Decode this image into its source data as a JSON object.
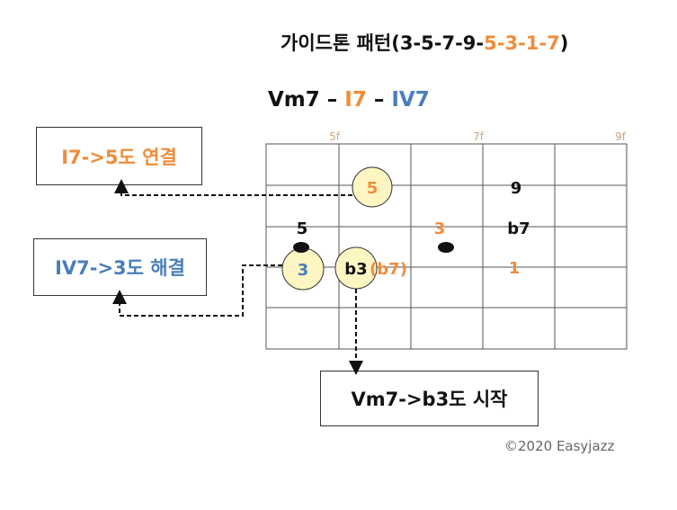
{
  "title": {
    "main": "가이드톤 패턴(3-5-7-9-",
    "highlight": "5-3-1-7",
    "close": ")"
  },
  "progression": {
    "chord1": "Vm7",
    "dash1": " – ",
    "chord2": "I7",
    "dash2": " – ",
    "chord3": "IV7"
  },
  "fret_markers": [
    "5f",
    "7f",
    "9f"
  ],
  "boxes": {
    "i7": "I7->5도 연결",
    "iv7": "IV7->3도 해결",
    "vm7": "Vm7->b3도 시작"
  },
  "notes": {
    "n5_circle": "5",
    "n9": "9",
    "n5_black": "5",
    "n3_orange": "3",
    "nb7": "b7",
    "n3_circle": "3",
    "nb3": "b3",
    "nb7_paren": "(b7)",
    "n1": "1"
  },
  "copyright": "©2020 Easyjazz",
  "colors": {
    "orange": "#f08c3a",
    "blue": "#4a7ebb",
    "circle_fill": "#fdf5c2"
  }
}
